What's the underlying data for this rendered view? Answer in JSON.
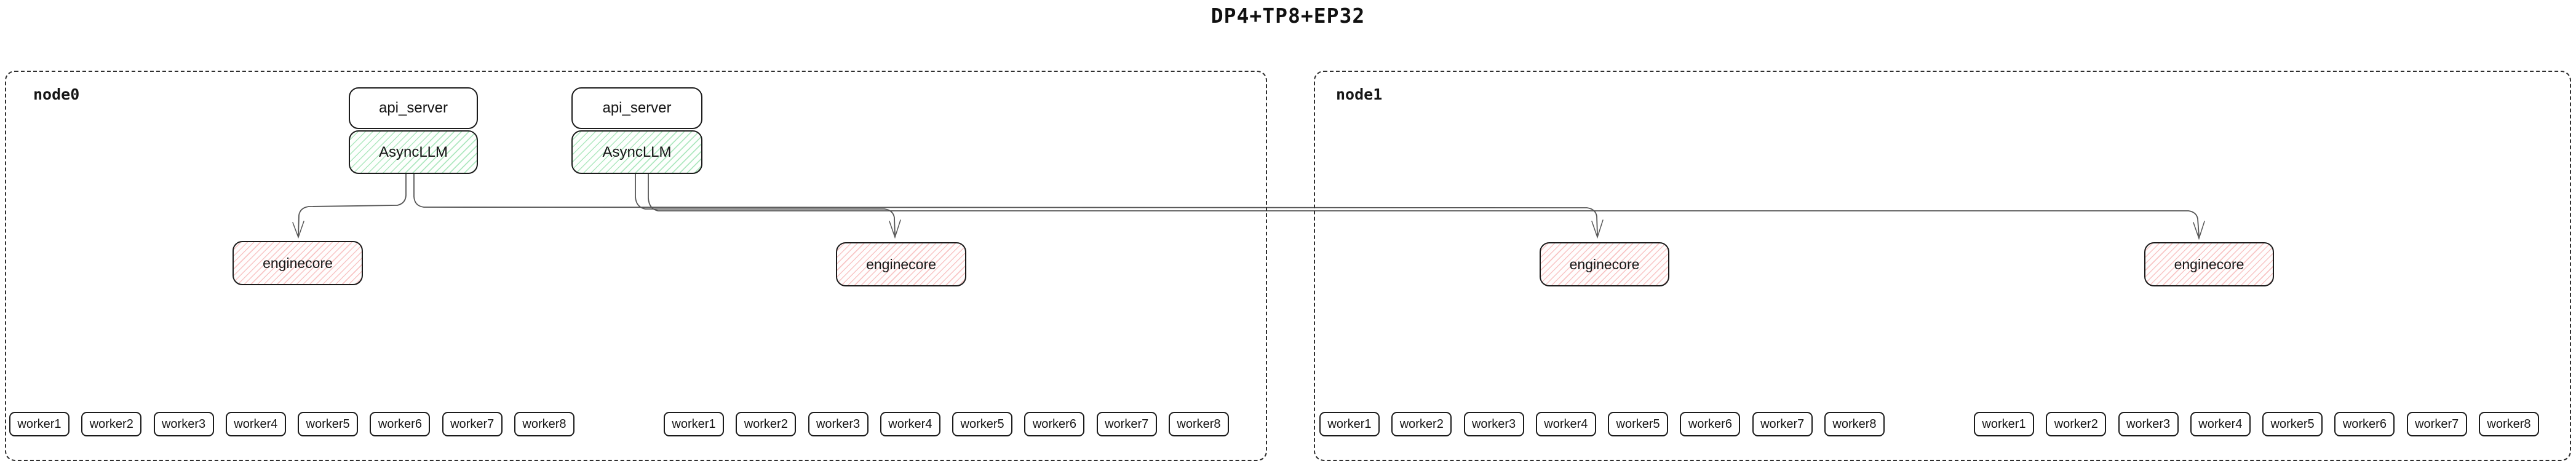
{
  "title": "DP4+TP8+EP32",
  "colors": {
    "box_border": "#1b1b1b",
    "node_border": "#2e2e2e",
    "connector": "#555555",
    "asyncllm_hatch": "#6dd48c",
    "enginecore_hatch": "#f08080"
  },
  "nodes": [
    {
      "label": "node0",
      "api_servers": [
        "api_server",
        "api_server"
      ],
      "asyncllms": [
        "AsyncLLM",
        "AsyncLLM"
      ],
      "enginecores": [
        "enginecore",
        "enginecore"
      ],
      "worker_groups": [
        [
          "worker1",
          "worker2",
          "worker3",
          "worker4",
          "worker5",
          "worker6",
          "worker7",
          "worker8"
        ],
        [
          "worker1",
          "worker2",
          "worker3",
          "worker4",
          "worker5",
          "worker6",
          "worker7",
          "worker8"
        ]
      ]
    },
    {
      "label": "node1",
      "enginecores": [
        "enginecore",
        "enginecore"
      ],
      "worker_groups": [
        [
          "worker1",
          "worker2",
          "worker3",
          "worker4",
          "worker5",
          "worker6",
          "worker7",
          "worker8"
        ],
        [
          "worker1",
          "worker2",
          "worker3",
          "worker4",
          "worker5",
          "worker6",
          "worker7",
          "worker8"
        ]
      ]
    }
  ]
}
